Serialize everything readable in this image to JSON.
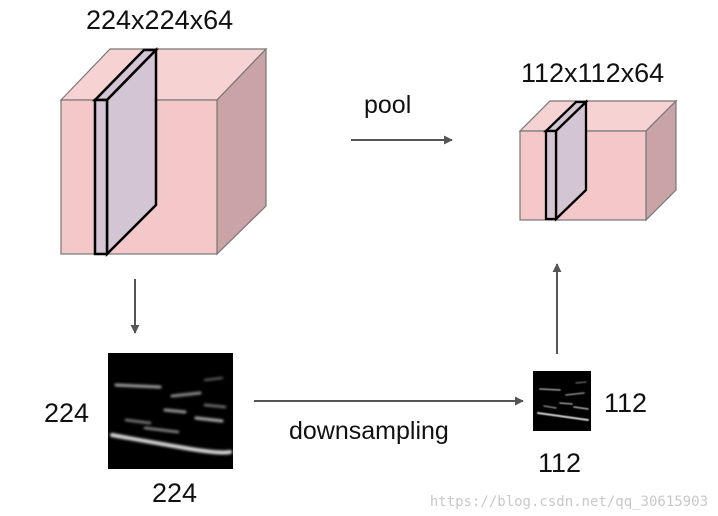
{
  "labels": {
    "input_volume": "224x224x64",
    "pooled_volume": "112x112x64",
    "pool_op": "pool",
    "downsampling_op": "downsampling",
    "input_height": "224",
    "input_width": "224",
    "output_height": "112",
    "output_width": "112"
  },
  "watermark": "https://blog.csdn.net/qq_30615903",
  "colors": {
    "volume_front": "#f4c7c8",
    "volume_top": "#f7d2d3",
    "volume_side": "#c9a3a5",
    "slice_face": "#d3c5d3",
    "slice_edge": "#000000",
    "arrow": "#555555",
    "feature_map_bg": "#000000"
  },
  "icons": {
    "input_feature_map": "feature-map-image",
    "output_feature_map": "feature-map-image"
  }
}
